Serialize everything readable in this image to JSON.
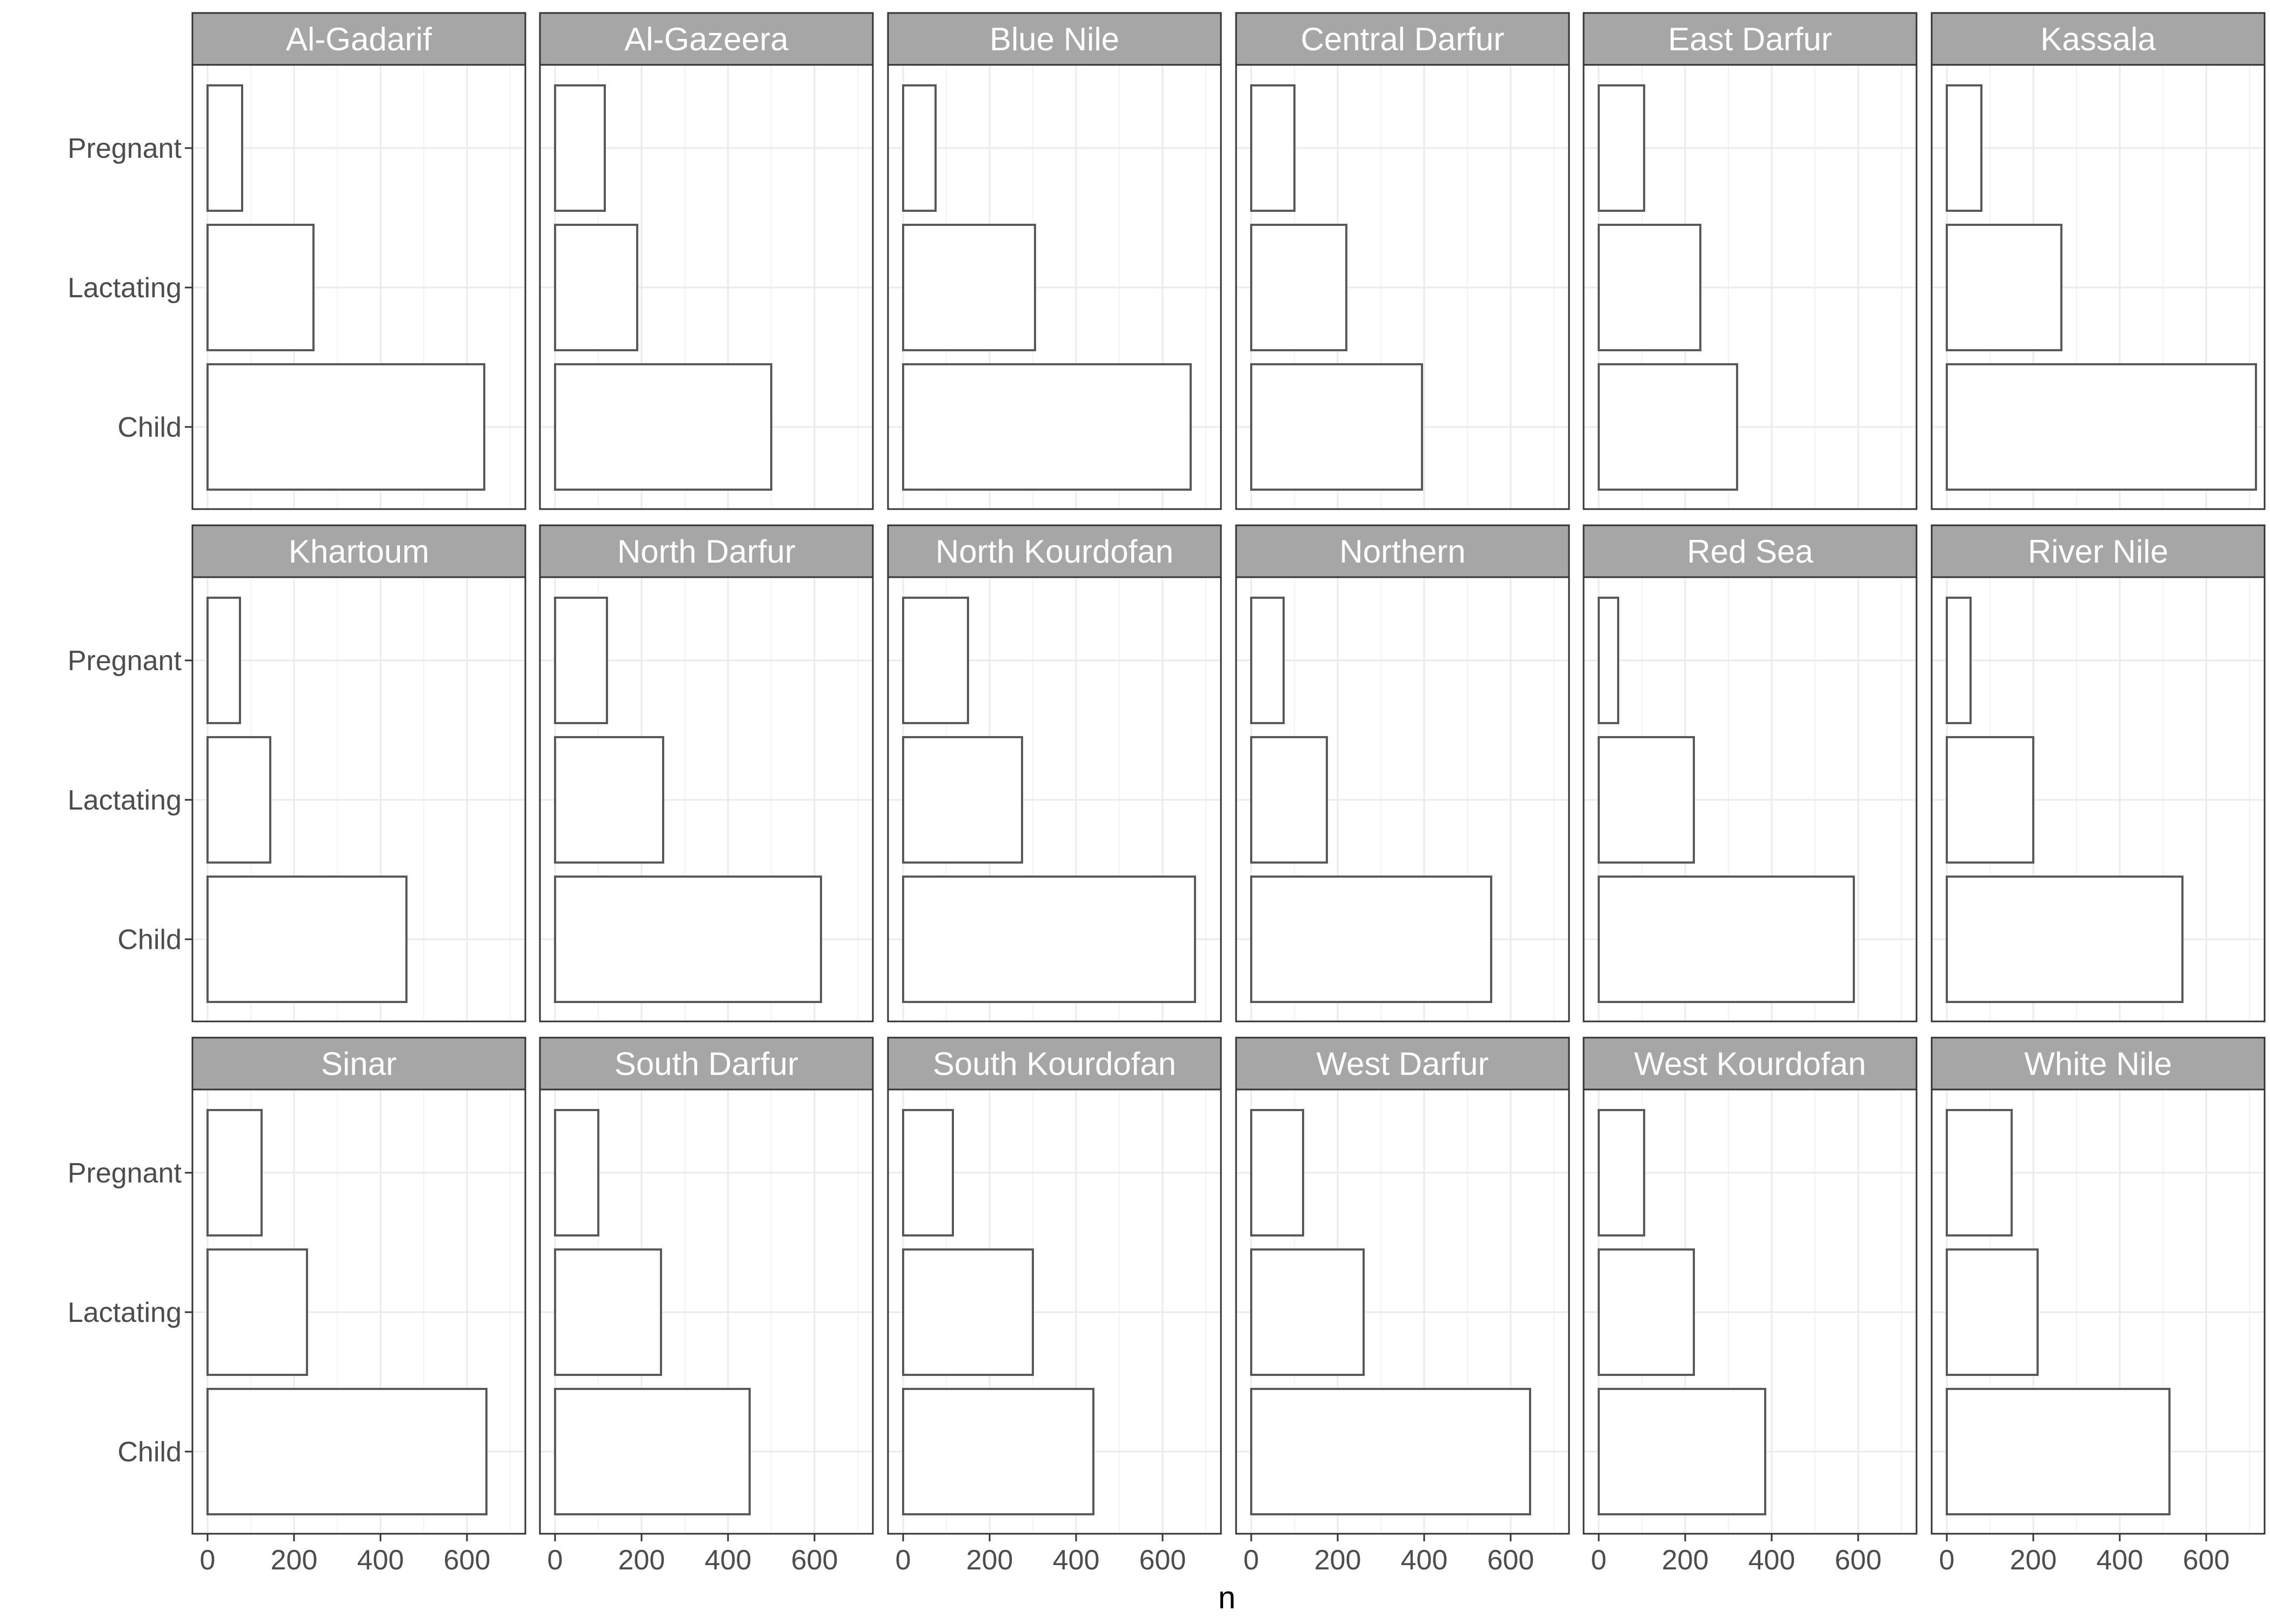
{
  "chart_data": {
    "type": "bar",
    "orientation": "horizontal",
    "facet_layout": "3 rows x 6 columns",
    "xlabel": "n",
    "ylabel": "",
    "xlim": [
      -35,
      735
    ],
    "xticks": [
      0,
      200,
      400,
      600
    ],
    "categories": [
      "Pregnant",
      "Lactating",
      "Child"
    ],
    "grid": true,
    "bar_fill": "#ffffff",
    "bar_outline": "#595959",
    "strip_color": "#a6a6a6",
    "panel_border": "#333333",
    "grid_color": "#ebebeb",
    "panels": [
      {
        "title": "Al-Gadarif",
        "values": [
          80,
          245,
          640
        ]
      },
      {
        "title": "Al-Gazeera",
        "values": [
          115,
          190,
          500
        ]
      },
      {
        "title": "Blue Nile",
        "values": [
          75,
          305,
          665
        ]
      },
      {
        "title": "Central Darfur",
        "values": [
          100,
          220,
          395
        ]
      },
      {
        "title": "East Darfur",
        "values": [
          105,
          235,
          320
        ]
      },
      {
        "title": "Kassala",
        "values": [
          80,
          265,
          715
        ]
      },
      {
        "title": "Khartoum",
        "values": [
          75,
          145,
          460
        ]
      },
      {
        "title": "North Darfur",
        "values": [
          120,
          250,
          615
        ]
      },
      {
        "title": "North Kourdofan",
        "values": [
          150,
          275,
          675
        ]
      },
      {
        "title": "Northern",
        "values": [
          75,
          175,
          555
        ]
      },
      {
        "title": "Red Sea",
        "values": [
          45,
          220,
          590
        ]
      },
      {
        "title": "River Nile",
        "values": [
          55,
          200,
          545
        ]
      },
      {
        "title": "Sinar",
        "values": [
          125,
          230,
          645
        ]
      },
      {
        "title": "South Darfur",
        "values": [
          100,
          245,
          450
        ]
      },
      {
        "title": "South Kourdofan",
        "values": [
          115,
          300,
          440
        ]
      },
      {
        "title": "West Darfur",
        "values": [
          120,
          260,
          645
        ]
      },
      {
        "title": "West Kourdofan",
        "values": [
          105,
          220,
          385
        ]
      },
      {
        "title": "White Nile",
        "values": [
          150,
          210,
          515
        ]
      }
    ]
  }
}
